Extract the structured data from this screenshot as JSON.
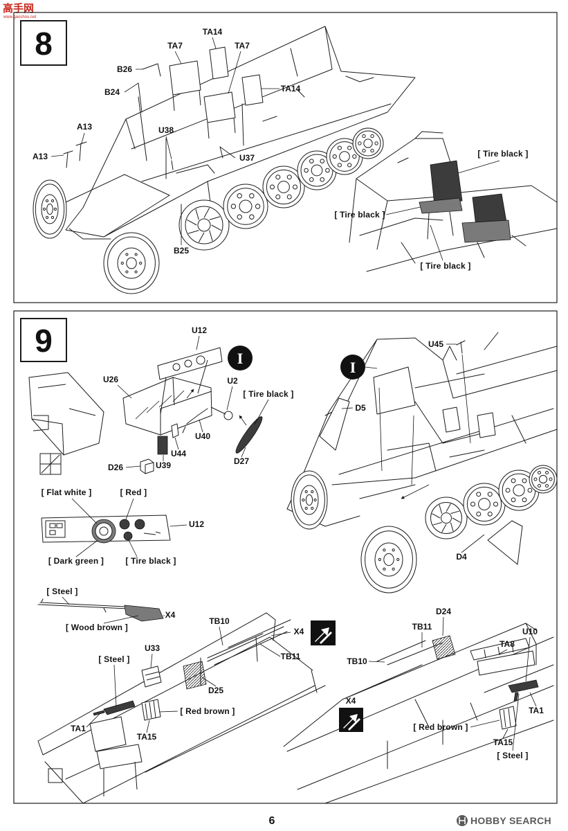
{
  "watermark": {
    "logo_text": "高手网",
    "url": "www.gaoshou.net"
  },
  "page_number": "6",
  "footer_logo": "HOBBY SEARCH",
  "icons": {
    "mirror": "mirror-arrows-icon",
    "subassembly": "subassembly-marker-icon",
    "footer": "hobby-search-logo-icon"
  },
  "step8": {
    "number": "8",
    "parts": [
      "TA14",
      "TA7",
      "TA7",
      "B26",
      "B24",
      "TA14",
      "A13",
      "A13",
      "U38",
      "U37",
      "B25"
    ],
    "colors": [
      "[ Tire black ]",
      "[ Tire black ]",
      "[ Tire black ]"
    ]
  },
  "step9": {
    "number": "9",
    "subassembly_marker": "I",
    "parts": [
      "U12",
      "U26",
      "U2",
      "U40",
      "U44",
      "D26",
      "U39",
      "D27",
      "U45",
      "D5",
      "D4"
    ],
    "steering_wheel_color": "[ Tire black ]",
    "dashboard": {
      "part": "U12",
      "colors": [
        "[ Flat white ]",
        "[ Red ]",
        "[ Dark green ]",
        "[ Tire black ]"
      ]
    },
    "rifle": {
      "part": "X4",
      "colors": [
        "[ Steel ]",
        "[ Wood brown ]"
      ]
    },
    "left_interior": {
      "parts": [
        "TB10",
        "X4",
        "TB11",
        "U33",
        "D25",
        "TA1",
        "TA15"
      ],
      "colors": [
        "[ Steel ]",
        "[ Red brown ]"
      ]
    },
    "right_interior": {
      "parts": [
        "D24",
        "TB11",
        "TA8",
        "U10",
        "TB10",
        "X4",
        "TA1",
        "TA15"
      ],
      "colors": [
        "[ Red brown ]",
        "[ Steel ]"
      ]
    }
  }
}
